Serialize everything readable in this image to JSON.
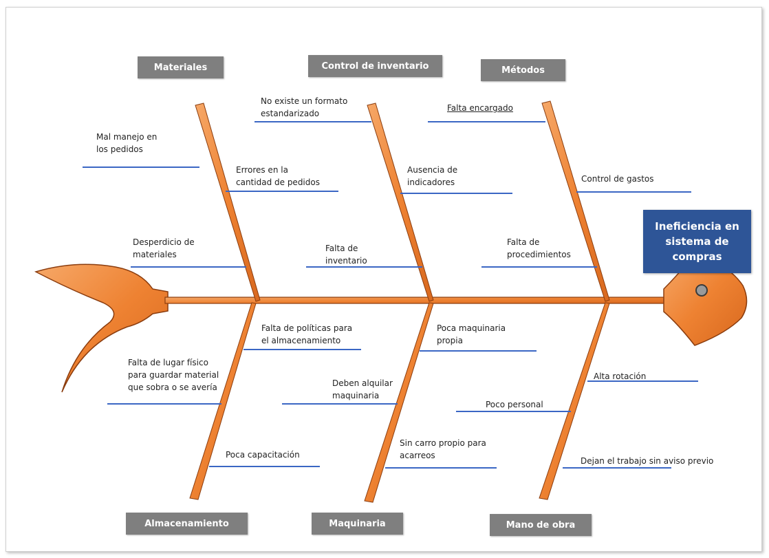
{
  "effect": "Ineficiencia en\nsistema de\ncompras",
  "categories": {
    "materiales": "Materiales",
    "control_inventario": "Control de inventario",
    "metodos": "Métodos",
    "almacenamiento": "Almacenamiento",
    "maquinaria": "Maquinaria",
    "mano_obra": "Mano de obra"
  },
  "causes": {
    "materiales": [
      "Mal manejo en\nlos pedidos",
      "Errores en la\ncantidad de pedidos",
      "Desperdicio de\nmateriales"
    ],
    "control_inventario": [
      "No existe un formato\nestandarizado",
      "Ausencia de\nindicadores",
      "Falta de\ninventario"
    ],
    "metodos": [
      "Falta encargado",
      "Control de gastos",
      "Falta de\nprocedimientos"
    ],
    "almacenamiento": [
      "Falta de políticas para\nel almacenamiento",
      "Falta de lugar físico\npara guardar material\nque sobra o se avería",
      "Poca capacitación"
    ],
    "maquinaria": [
      "Poca maquinaria\npropia",
      "Deben alquilar\nmaquinaria",
      "Sin carro propio para\nacarreos"
    ],
    "mano_obra": [
      "Alta rotación",
      "Poco personal",
      "Dejan el trabajo sin aviso previo"
    ]
  },
  "colors": {
    "bone": "#f08a3c",
    "bone_edge": "#8a3c0e",
    "line": "#3a66c4",
    "category_bg": "#7f7f7f",
    "effect_bg": "#2e5597"
  }
}
